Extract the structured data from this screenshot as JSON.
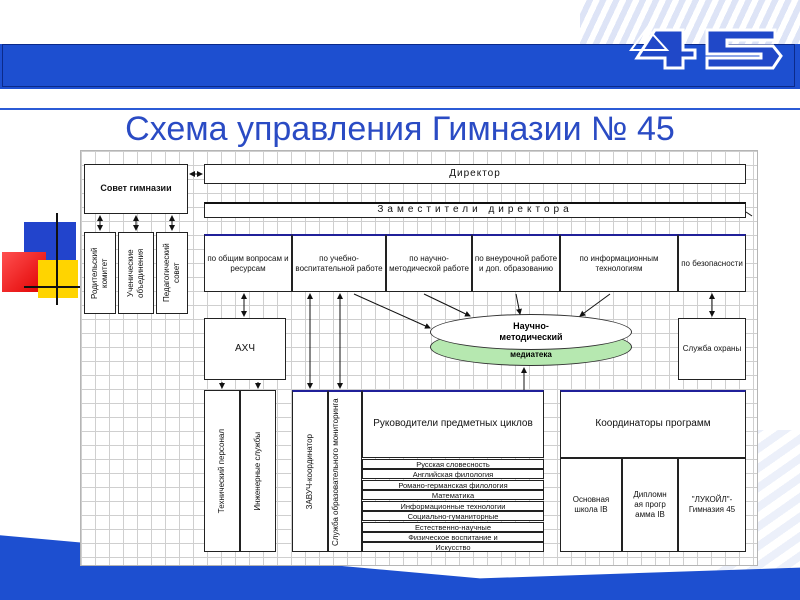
{
  "badge": {
    "number": "45"
  },
  "title": "Схема управления Гимназии № 45",
  "boxes": {
    "council": "Совет гимназии",
    "director": "Директор",
    "deputies": "Заместители директора",
    "parent_committee": "Родительский комитет",
    "student_unions": "Ученические объединения",
    "pedagogical_council": "Педагогический совет",
    "dep_general": "по общим вопросам и ресурсам",
    "dep_education": "по учебно-воспитательной работе",
    "dep_methodical": "по научно-методической работе",
    "dep_extracurricular": "по внеурочной работе и доп. образованию",
    "dep_it": "по информационным технологиям",
    "dep_safety": "по безопасности",
    "ahch": "АХЧ",
    "methodical_center": "Научно-методический",
    "media_library": "медиатека",
    "security_service": "Служба охраны",
    "technical_staff": "Технический персонал",
    "engineering_services": "Инженерные службы",
    "zavuch": "ЗАВУЧ-координатор",
    "monitoring": "Служба образовательного мониторинга",
    "subject_heads": "Руководители предметных циклов",
    "program_coordinators": "Координаторы программ",
    "ib_school": "Основная школа IB",
    "ib_diploma": "Дипломная программа IB",
    "lukoil": "\"ЛУКОЙЛ\"-Гимназия 45"
  },
  "subjects": [
    "Русская словесность",
    "Английская филология",
    "Романо-германская филология",
    "Математика",
    "Информационные технологии",
    "Социально-гуманиторные",
    "Естественно-научные",
    "Физическое воспитание и",
    "Искусство"
  ]
}
